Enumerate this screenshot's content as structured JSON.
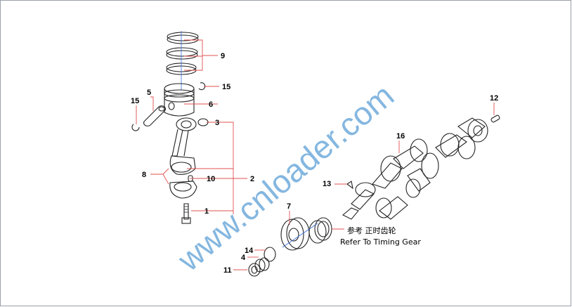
{
  "watermark": "www.cnloader.com",
  "callouts": {
    "p1": "1",
    "p2": "2",
    "p3": "3",
    "p4": "4",
    "p5": "5",
    "p6": "6",
    "p7": "7",
    "p8": "8",
    "p9": "9",
    "p10": "10",
    "p11": "11",
    "p12": "12",
    "p13": "13",
    "p14": "14",
    "p15a": "15",
    "p15b": "15",
    "p16": "16"
  },
  "refer": {
    "cn": "参考   正时齿轮",
    "en": "Refer To Timing Gear"
  },
  "colors": {
    "leader": "#e05050",
    "watermark": "#5b9fd6",
    "line": "#222222"
  }
}
